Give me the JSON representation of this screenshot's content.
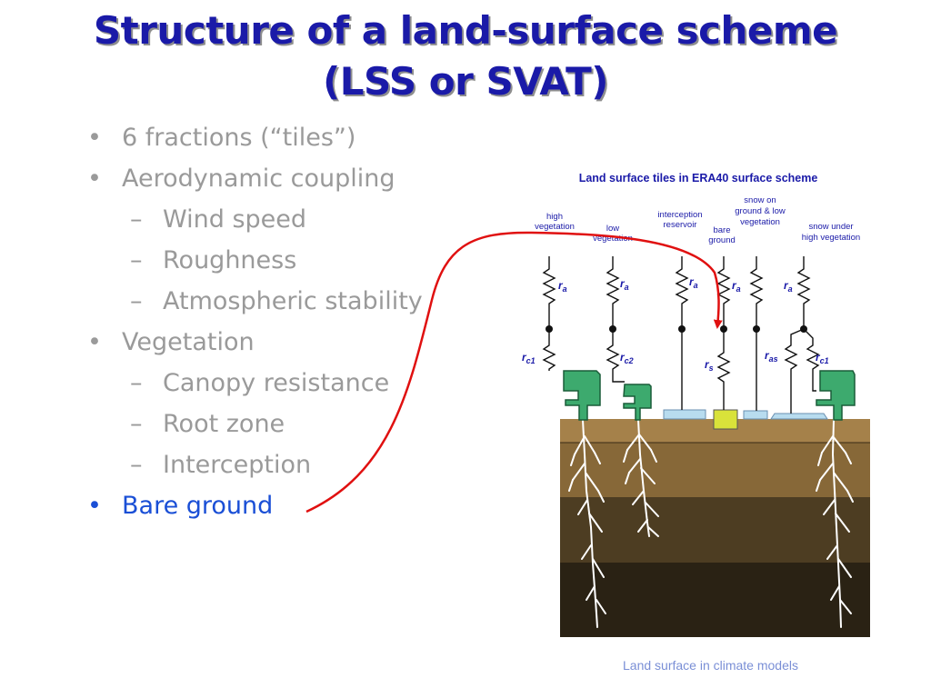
{
  "title": {
    "line1": "Structure of a land-surface scheme",
    "line2": "(LSS or SVAT)"
  },
  "bullets": [
    {
      "level": 1,
      "marker": "•",
      "text": "6 fractions (“tiles”)"
    },
    {
      "level": 1,
      "marker": "•",
      "text": "Aerodynamic coupling"
    },
    {
      "level": 2,
      "marker": "–",
      "text": "Wind speed"
    },
    {
      "level": 2,
      "marker": "–",
      "text": "Roughness"
    },
    {
      "level": 2,
      "marker": "–",
      "text": "Atmospheric stability"
    },
    {
      "level": 1,
      "marker": "•",
      "text": "Vegetation"
    },
    {
      "level": 2,
      "marker": "–",
      "text": "Canopy resistance"
    },
    {
      "level": 2,
      "marker": "–",
      "text": "Root zone"
    },
    {
      "level": 2,
      "marker": "–",
      "text": "Interception"
    },
    {
      "level": 1,
      "marker": "•",
      "text": "Bare ground",
      "highlighted": true
    }
  ],
  "diagram": {
    "title": "Land surface tiles in ERA40 surface scheme",
    "tiles": {
      "high_vegetation": [
        "high",
        "vegetation"
      ],
      "low_vegetation": [
        "low",
        "vegetation"
      ],
      "interception_reservoir": [
        "interception",
        "reservoir"
      ],
      "bare_ground": [
        "bare",
        "ground"
      ],
      "snow_on_ground": [
        "snow on",
        "ground & low",
        "vegetation"
      ],
      "snow_under_high_vegetation": [
        "snow under",
        "high vegetation"
      ]
    },
    "symbols": {
      "ra": "r",
      "ra_sub": "a",
      "rc1": "r",
      "rc1_sub": "c1",
      "rc2": "r",
      "rc2_sub": "c2",
      "rs": "r",
      "rs_sub": "s",
      "ras": "r",
      "ras_sub": "as"
    },
    "colors": {
      "title": "#1a1aa8",
      "arrow": "#e01010",
      "plant": "#3daa6e",
      "interception_water": "#b8dcef",
      "bare_soil_box": "#d9e23a",
      "soil_surface": "#a5814a",
      "soil_layer2": "#876838",
      "soil_layer3": "#4d3d22",
      "soil_layer4": "#2a2214"
    }
  },
  "footer": "Land surface in climate models"
}
